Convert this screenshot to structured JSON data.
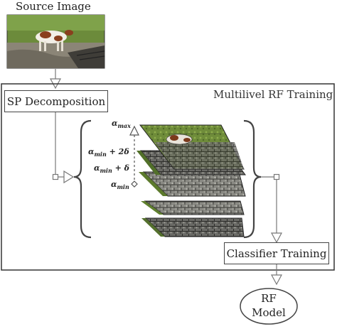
{
  "source": {
    "title": "Source Image",
    "photo_icon": "cow-photo-icon"
  },
  "training": {
    "title": "Multilivel RF Training"
  },
  "sp_box": {
    "label": "SP Decomposition"
  },
  "classifier_box": {
    "label": "Classifier Training"
  },
  "rf_model": {
    "line1": "RF",
    "line2": "Model"
  },
  "alpha_labels": {
    "max": {
      "base": "α",
      "sub": "max"
    },
    "min_plus_2delta": {
      "base": "α",
      "sub": "min",
      "suffix": " + 2δ"
    },
    "min_plus_delta": {
      "base": "α",
      "sub": "min",
      "suffix": " + δ"
    },
    "min": {
      "base": "α",
      "sub": "min"
    }
  },
  "layers": {
    "count_icon": "superpixel-layer-stack-icon"
  }
}
